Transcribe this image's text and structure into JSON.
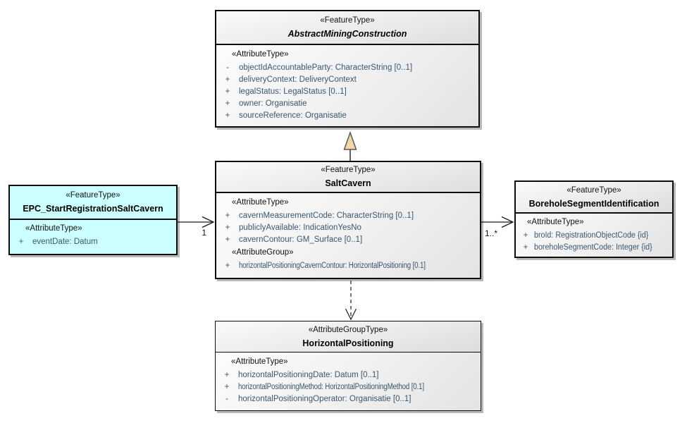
{
  "diagram": {
    "background": "#ffffff",
    "colors": {
      "epc_fill": "#ccffff",
      "generalization_triangle_fill": "#f0d8a8",
      "attribute_text": "#3a566f",
      "box_border": "#0d0d0d"
    }
  },
  "boxes": {
    "abstract": {
      "stereotype": "«FeatureType»",
      "name": "AbstractMiningConstruction",
      "attr_header": "«AttributeType»",
      "attrs": [
        {
          "vis": "-",
          "text": "objectIdAccountableParty: CharacterString [0..1]"
        },
        {
          "vis": "+",
          "text": "deliveryContext: DeliveryContext"
        },
        {
          "vis": "+",
          "text": "legalStatus: LegalStatus [0..1]"
        },
        {
          "vis": "+",
          "text": "owner: Organisatie"
        },
        {
          "vis": "+",
          "text": "sourceReference: Organisatie"
        }
      ]
    },
    "saltcavern": {
      "stereotype": "«FeatureType»",
      "name": "SaltCavern",
      "attr_header": "«AttributeType»",
      "attrs": [
        {
          "vis": "+",
          "text": "cavernMeasurementCode: CharacterString [0..1]"
        },
        {
          "vis": "+",
          "text": "publiclyAvailable: IndicationYesNo"
        },
        {
          "vis": "+",
          "text": "cavernContour: GM_Surface [0..1]"
        }
      ],
      "group_header": "«AttributeGroup»",
      "group_attrs": [
        {
          "vis": "+",
          "text": "horizontalPositioningCavernContour: HorizontalPositioning [0.1]"
        }
      ]
    },
    "epc": {
      "stereotype": "«FeatureType»",
      "name": "EPC_StartRegistrationSaltCavern",
      "attr_header": "«AttributeType»",
      "attrs": [
        {
          "vis": "+",
          "text": "eventDate: Datum"
        }
      ]
    },
    "borehole": {
      "stereotype": "«FeatureType»",
      "name": "BoreholeSegmentIdentification",
      "attr_header": "«AttributeType»",
      "attrs": [
        {
          "vis": "+",
          "text": "broId: RegistrationObjectCode {id}"
        },
        {
          "vis": "+",
          "text": "boreholeSegmentCode: Integer {id}"
        }
      ]
    },
    "horizontal": {
      "stereotype": "«AttributeGroupType»",
      "name": "HorizontalPositioning",
      "attr_header": "«AttributeType»",
      "attrs": [
        {
          "vis": "+",
          "text": "horizontalPositioningDate: Datum [0..1]"
        },
        {
          "vis": "+",
          "text": "horizontalPositioningMethod: HorizontalPositioningMethod [0.1]"
        },
        {
          "vis": "-",
          "text": "horizontalPositioningOperator: Organisatie [0..1]"
        }
      ]
    }
  },
  "connectors": {
    "generalization": {
      "type": "generalization"
    },
    "epc_association": {
      "label": "1"
    },
    "borehole_association": {
      "label": "1..*"
    },
    "dependency": {
      "type": "dependency"
    }
  }
}
